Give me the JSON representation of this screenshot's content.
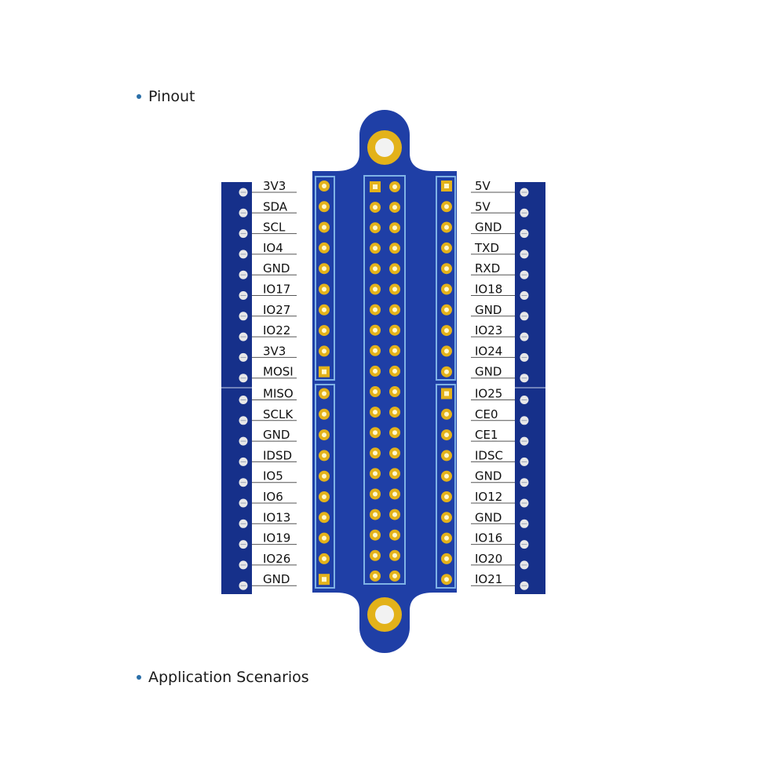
{
  "headings": {
    "pinout": "Pinout",
    "application_scenarios": "Application Scenarios"
  },
  "colors": {
    "board": "#1f3fa6",
    "board_dark": "#16308a",
    "header_outline": "#7fb2e6",
    "pad_gold": "#e3b21a",
    "pad_hole": "#fff7cc",
    "mount_hole": "#f2f2f2",
    "terminal_screw": "#e8e8e8",
    "label_line": "#555555"
  },
  "pinout": {
    "left_labels": [
      "3V3",
      "SDA",
      "SCL",
      "IO4",
      "GND",
      "IO17",
      "IO27",
      "IO22",
      "3V3",
      "MOSI",
      "MISO",
      "SCLK",
      "GND",
      "IDSD",
      "IO5",
      "IO6",
      "IO13",
      "IO19",
      "IO26",
      "GND"
    ],
    "right_labels": [
      "5V",
      "5V",
      "GND",
      "TXD",
      "RXD",
      "IO18",
      "GND",
      "IO23",
      "IO24",
      "GND",
      "IO25",
      "CE0",
      "CE1",
      "IDSC",
      "GND",
      "IO12",
      "GND",
      "IO16",
      "IO20",
      "IO21"
    ]
  }
}
